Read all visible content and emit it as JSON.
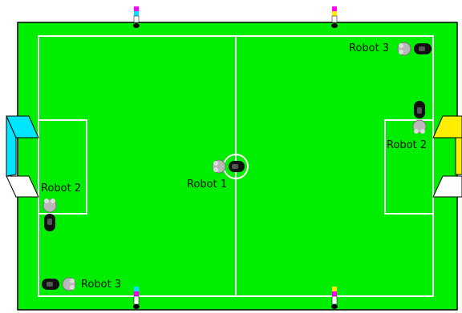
{
  "field": {
    "grass_color": "#00ee00",
    "line_color": "#ffffff",
    "border_color": "#000000",
    "team_left_goal_color": "#00e5ff",
    "team_right_goal_color": "#ffee00"
  },
  "robots": [
    {
      "id": "r1",
      "label": "Robot 1",
      "team": "blue-side"
    },
    {
      "id": "r2-left",
      "label": "Robot 2",
      "team": "blue-side"
    },
    {
      "id": "r3-left",
      "label": "Robot 3",
      "team": "blue-side"
    },
    {
      "id": "r2-right",
      "label": "Robot 2",
      "team": "yellow-side"
    },
    {
      "id": "r3-right",
      "label": "Robot 3",
      "team": "yellow-side"
    }
  ],
  "posts": [
    {
      "id": "top-left-post",
      "colors": [
        "#ff00ff",
        "#00e5ff"
      ]
    },
    {
      "id": "top-right-post",
      "colors": [
        "#ff00ff",
        "#ffee00"
      ]
    },
    {
      "id": "bottom-left-post",
      "colors": [
        "#00e5ff",
        "#ff00ff"
      ]
    },
    {
      "id": "bottom-right-post",
      "colors": [
        "#ffee00",
        "#ff00ff"
      ]
    }
  ]
}
